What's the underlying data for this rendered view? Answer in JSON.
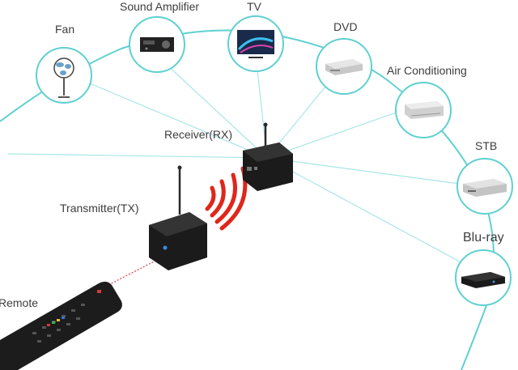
{
  "diagram": {
    "devices": [
      {
        "id": "fan",
        "label": "Fan",
        "icon": "fan-icon"
      },
      {
        "id": "sound-amplifier",
        "label": "Sound Amplifier",
        "icon": "amplifier-icon"
      },
      {
        "id": "tv",
        "label": "TV",
        "icon": "tv-icon"
      },
      {
        "id": "dvd",
        "label": "DVD",
        "icon": "dvd-player-icon"
      },
      {
        "id": "air-conditioning",
        "label": "Air Conditioning",
        "icon": "air-conditioner-icon"
      },
      {
        "id": "stb",
        "label": "STB",
        "icon": "set-top-box-icon"
      },
      {
        "id": "blu-ray",
        "label": "Blu-ray",
        "icon": "blu-ray-player-icon"
      }
    ],
    "receiver": {
      "label": "Receiver(RX)"
    },
    "transmitter": {
      "label": "Transmitter(TX)"
    },
    "remote": {
      "label": "Remote"
    }
  },
  "colors": {
    "link": "#5fd0d0",
    "ray": "#a8e6e6",
    "signal": "#e0261b",
    "device_body": "#1b1b1b",
    "laser": "#e23a3a"
  }
}
